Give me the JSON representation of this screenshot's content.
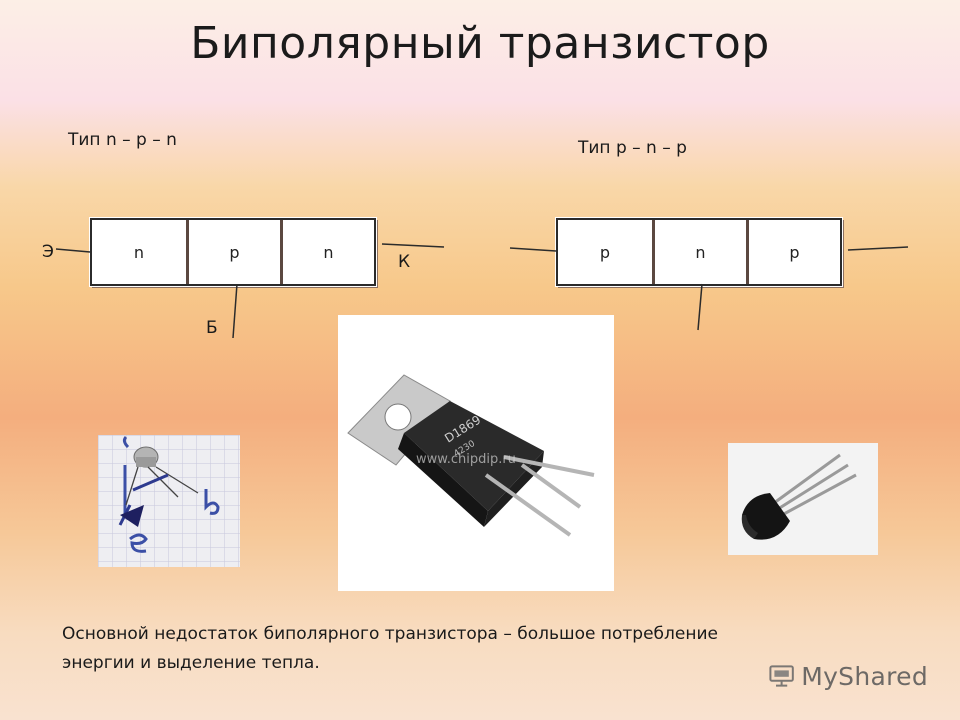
{
  "title": "Биполярный транзистор",
  "npn": {
    "type_label": "Тип n – p – n",
    "layers": [
      "n",
      "p",
      "n"
    ],
    "emitter_label": "Э",
    "base_label": "Б",
    "collector_label": "К"
  },
  "pnp": {
    "type_label": "Тип p – n – p",
    "layers": [
      "p",
      "n",
      "p"
    ]
  },
  "photos": {
    "center_watermark": "www.chipdip.ru",
    "center_marking": "D1869",
    "center_marking2": "4230"
  },
  "footer": {
    "line1": "Основной недостаток биполярного транзистора – большое потребление",
    "line2": "энергии и выделение тепла."
  },
  "logo": {
    "text": "MyShared"
  },
  "colors": {
    "text": "#1b1b1b",
    "box_border": "#2b2b2b"
  }
}
